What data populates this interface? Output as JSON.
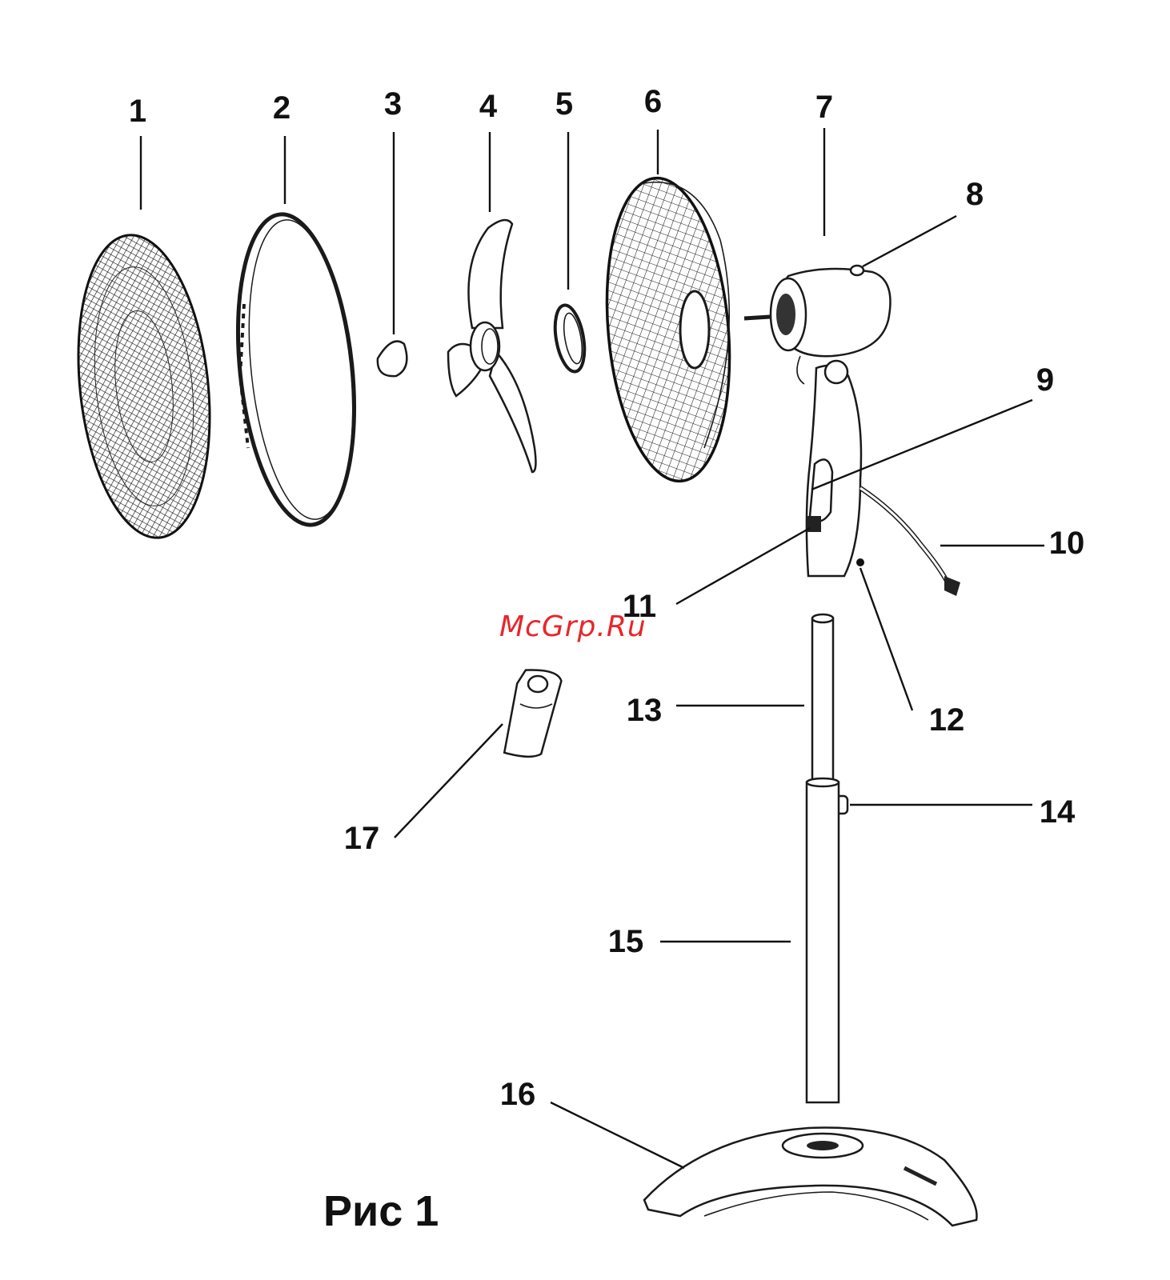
{
  "figure": {
    "caption": "Рис 1",
    "watermark": "McGrp.Ru"
  },
  "part_labels": [
    "1",
    "2",
    "3",
    "4",
    "5",
    "6",
    "7",
    "8",
    "9",
    "10",
    "11",
    "12",
    "13",
    "14",
    "15",
    "16",
    "17"
  ]
}
